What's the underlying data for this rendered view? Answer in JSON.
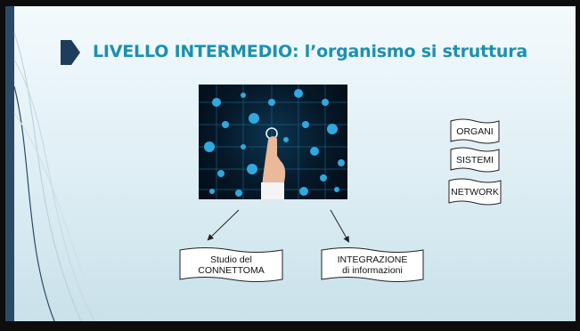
{
  "slide": {
    "title": "LIVELLO INTERMEDIO: l’organismo si struttura"
  },
  "tags": {
    "organi": "ORGANI",
    "sistemi": "SISTEMI",
    "network": "NETWORK"
  },
  "boxes": {
    "connettoma": {
      "line1": "Studio del",
      "line2": "CONNETTOMA"
    },
    "integrazione": {
      "line1": "INTEGRAZIONE",
      "line2": "di informazioni"
    }
  },
  "colors": {
    "title": "#1d90b0",
    "accent_dark": "#1e3d5c",
    "network_node": "#2fa9e0"
  },
  "icons": {
    "title_marker": "chevron-arrow-icon",
    "photo": "network-touch-image"
  }
}
